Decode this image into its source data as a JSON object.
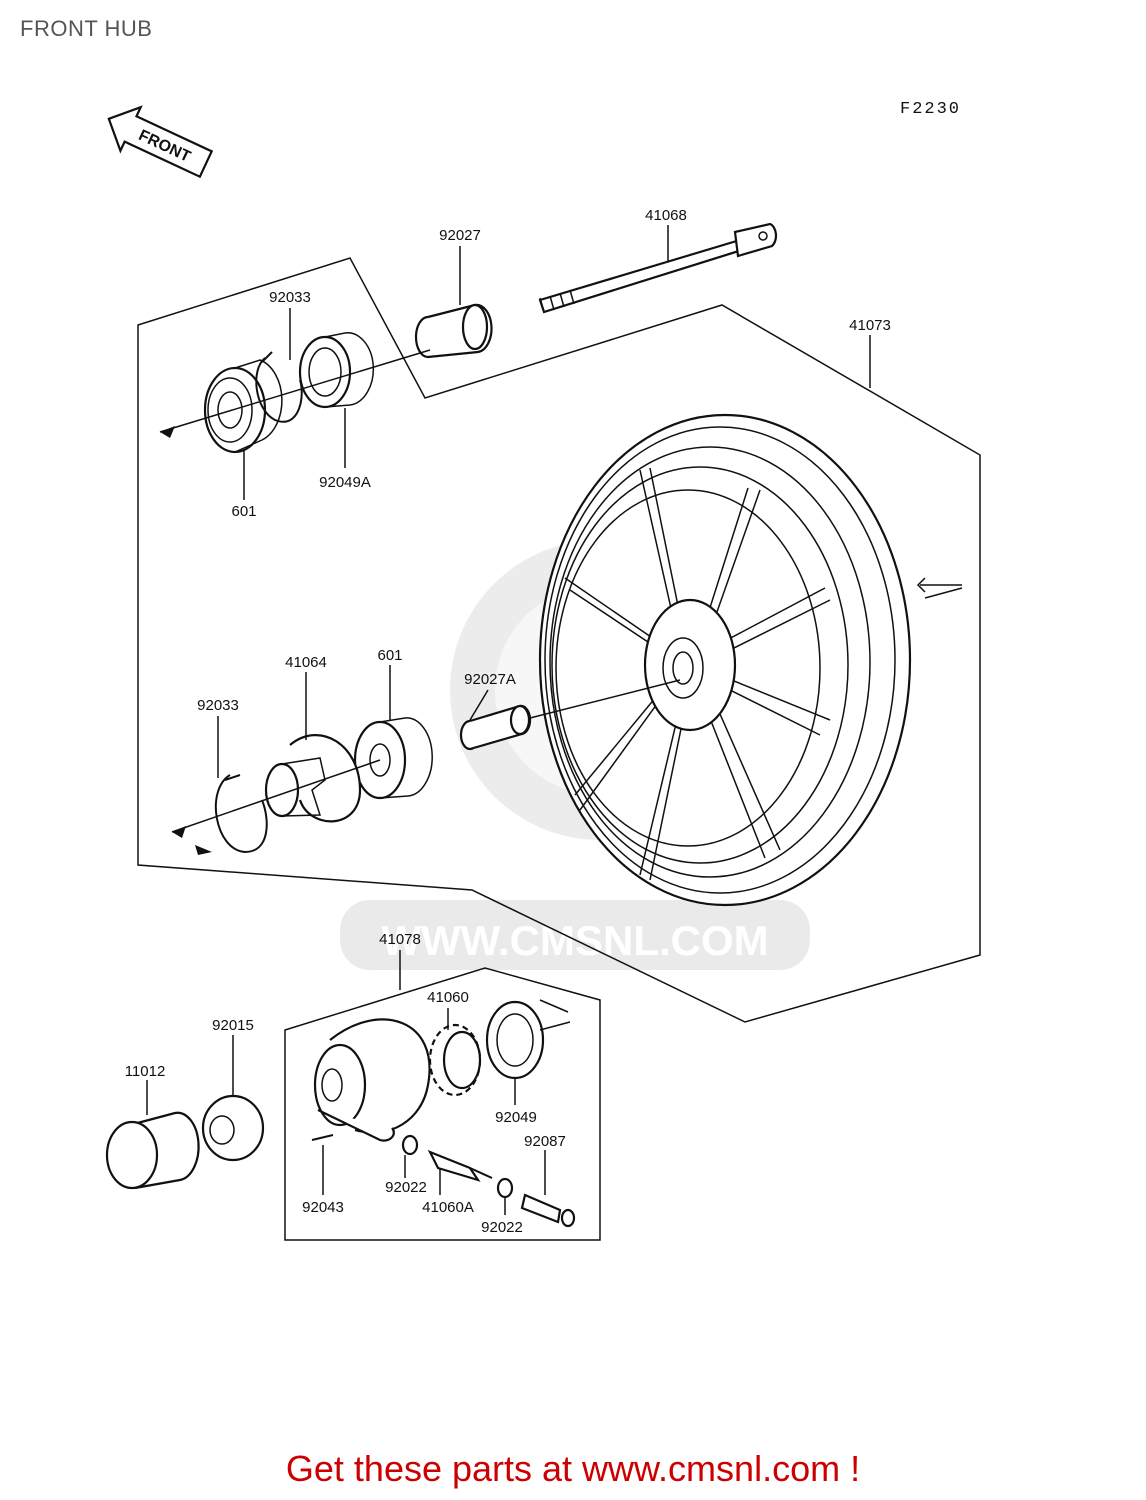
{
  "title": "FRONT HUB",
  "ref_code": "F2230",
  "front_arrow_label": "FRONT",
  "watermark": "WWW.CMSNL.COM",
  "cta_text": "Get these parts at www.cmsnl.com !",
  "colors": {
    "cta": "#cc0000",
    "title": "#555555",
    "watermark": "#d9d9d9"
  },
  "parts": [
    {
      "id": "p1",
      "number": "92027"
    },
    {
      "id": "p2",
      "number": "41068"
    },
    {
      "id": "p3",
      "number": "92033"
    },
    {
      "id": "p4",
      "number": "41073"
    },
    {
      "id": "p5",
      "number": "601"
    },
    {
      "id": "p6",
      "number": "92049A"
    },
    {
      "id": "p7",
      "number": "41064"
    },
    {
      "id": "p8",
      "number": "601"
    },
    {
      "id": "p9",
      "number": "92027A"
    },
    {
      "id": "p10",
      "number": "92033"
    },
    {
      "id": "p11",
      "number": "41078"
    },
    {
      "id": "p12",
      "number": "41060"
    },
    {
      "id": "p13",
      "number": "92015"
    },
    {
      "id": "p14",
      "number": "11012"
    },
    {
      "id": "p15",
      "number": "92049"
    },
    {
      "id": "p16",
      "number": "92087"
    },
    {
      "id": "p17",
      "number": "92022"
    },
    {
      "id": "p18",
      "number": "92043"
    },
    {
      "id": "p19",
      "number": "41060A"
    },
    {
      "id": "p20",
      "number": "92022"
    }
  ]
}
